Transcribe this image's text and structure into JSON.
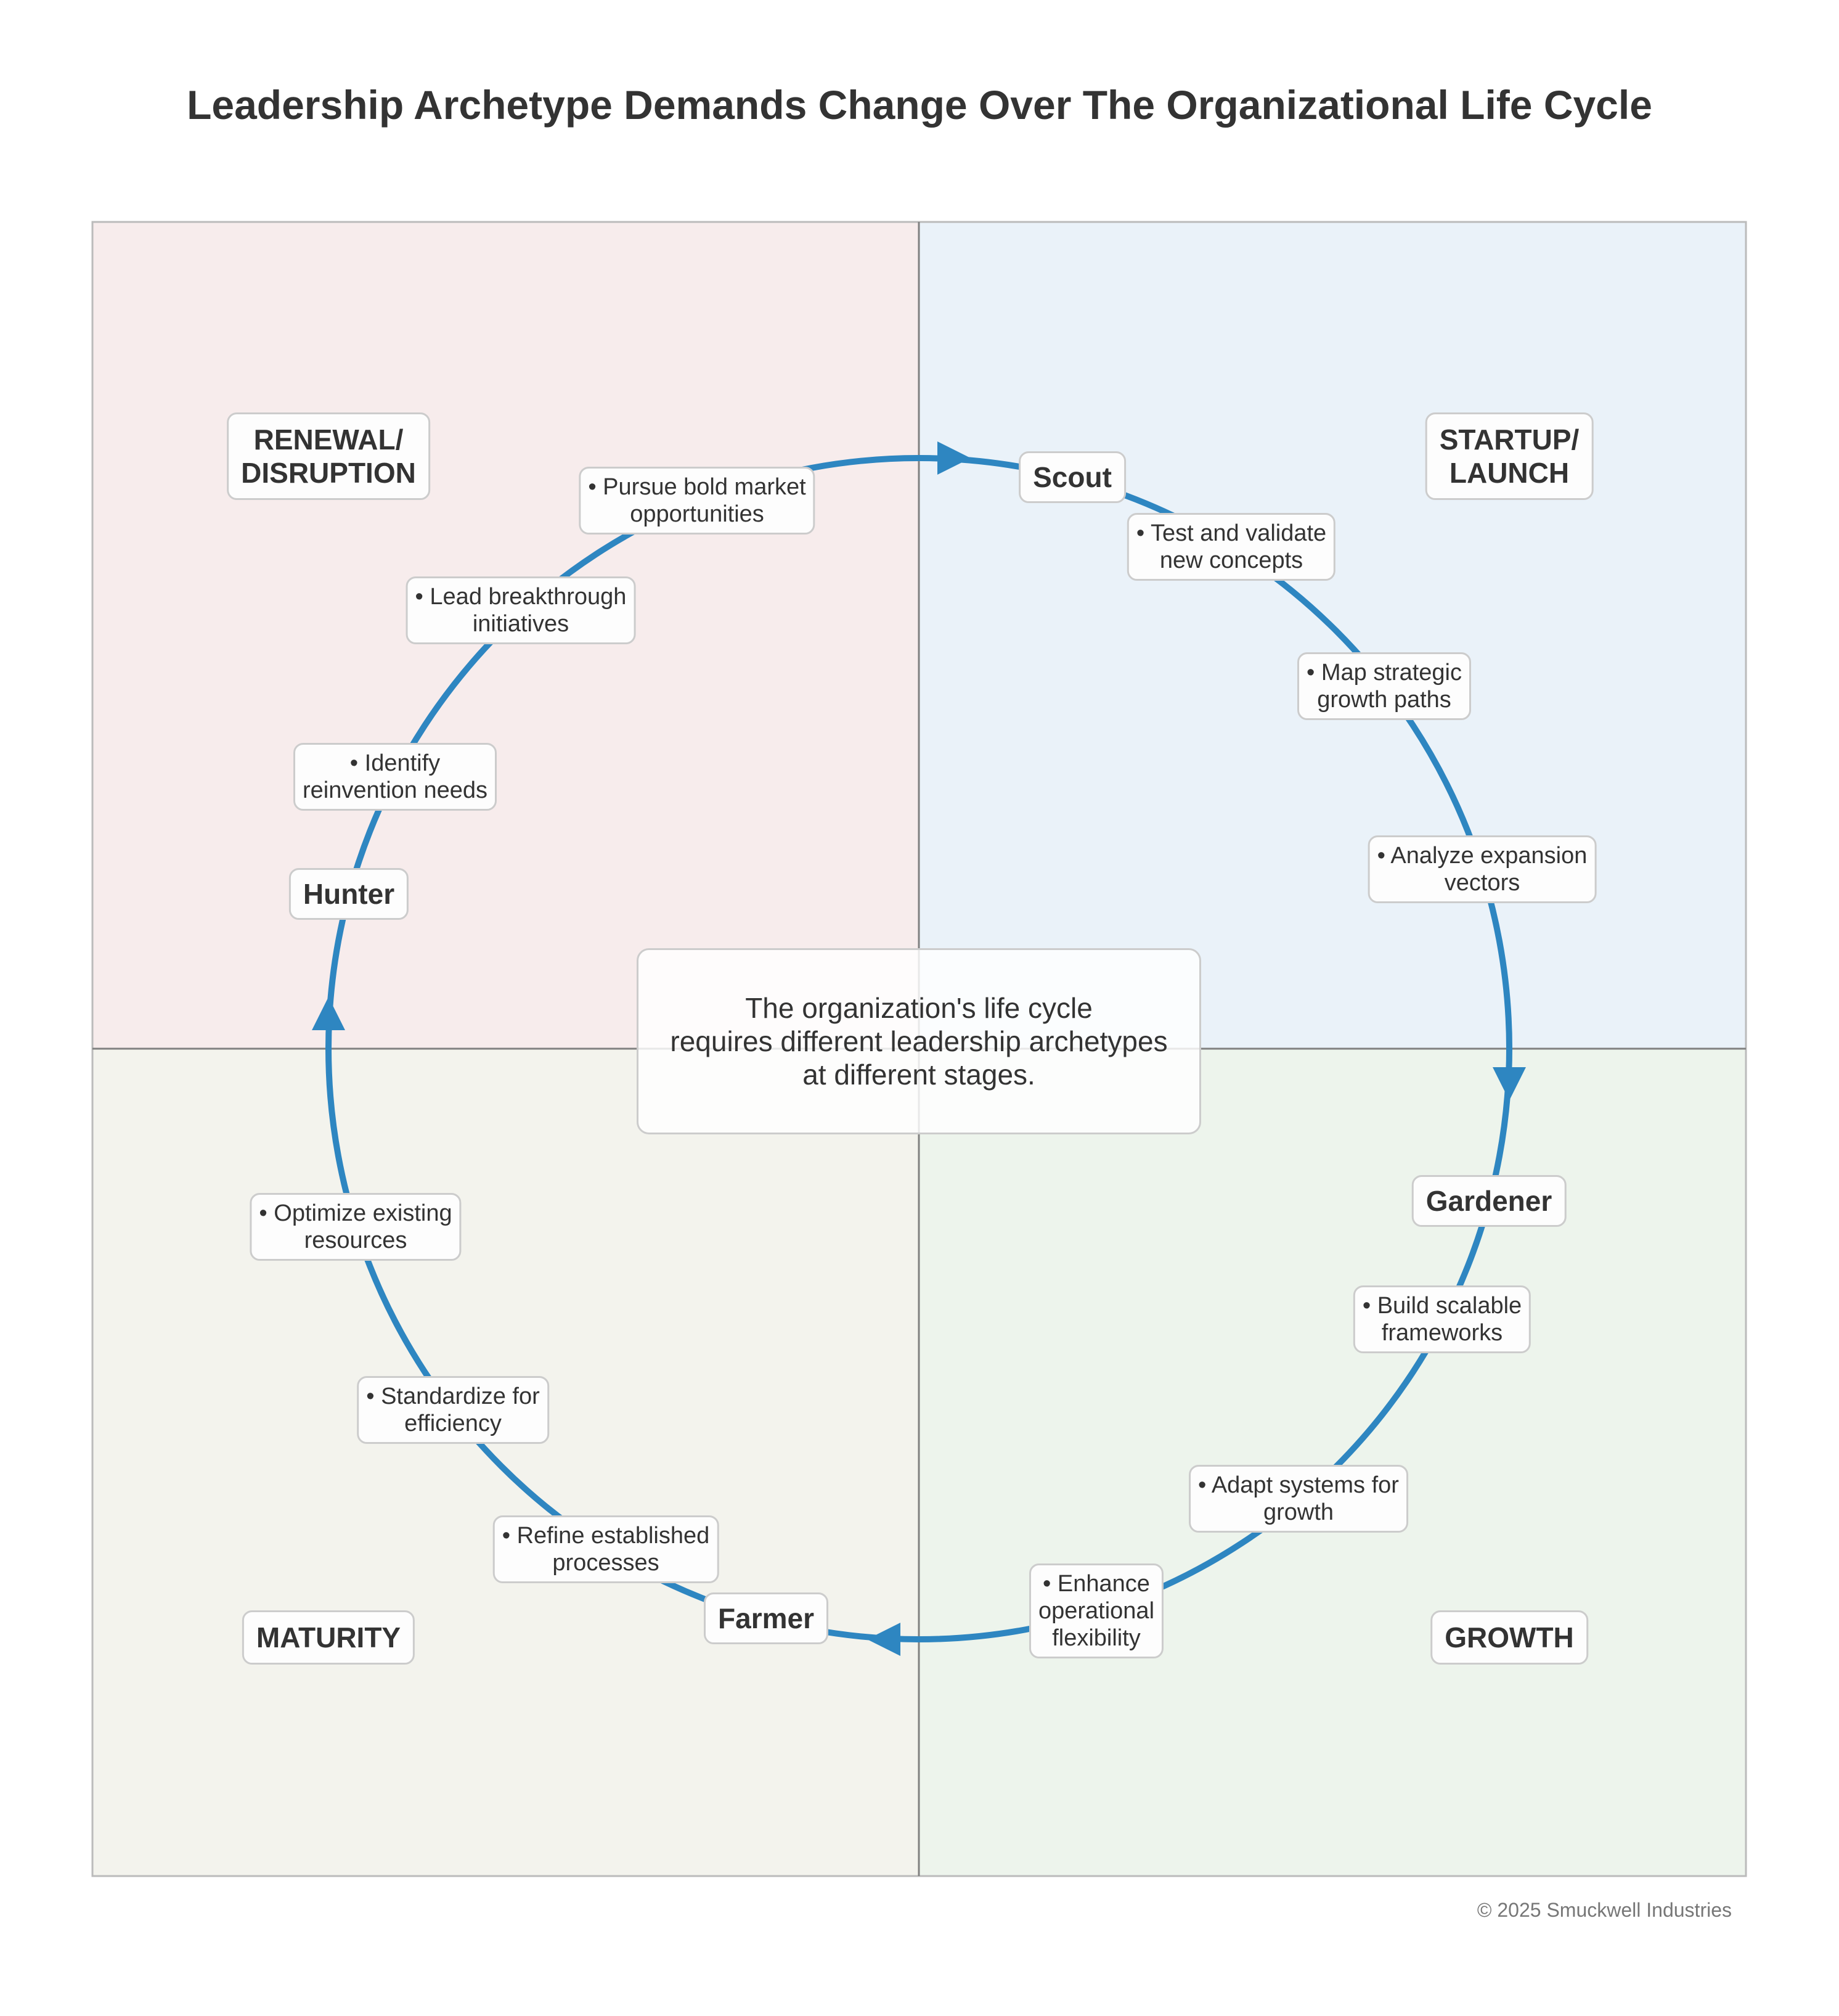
{
  "title": "Leadership Archetype Demands Change Over The Organizational Life Cycle",
  "colors": {
    "renewal_bg": "#f7ecec",
    "startup_bg": "#eaf2f9",
    "maturity_bg": "#f3f3ed",
    "growth_bg": "#edf4ec",
    "cycle_arrow": "#2e86c1",
    "divider": "#808080",
    "frame": "#bbbbbb"
  },
  "stages": {
    "renewal": [
      "RENEWAL/",
      "DISRUPTION"
    ],
    "startup": [
      "STARTUP/",
      "LAUNCH"
    ],
    "maturity": [
      "MATURITY"
    ],
    "growth": [
      "GROWTH"
    ]
  },
  "roles": {
    "scout": "Scout",
    "gardener": "Gardener",
    "farmer": "Farmer",
    "hunter": "Hunter"
  },
  "bullets": {
    "test_validate": [
      "• Test and validate",
      "new concepts"
    ],
    "map_strategic": [
      "• Map strategic",
      "growth paths"
    ],
    "analyze_expansion": [
      "• Analyze expansion",
      "vectors"
    ],
    "build_scalable": [
      "• Build scalable",
      "frameworks"
    ],
    "adapt_systems": [
      "• Adapt systems for",
      "growth"
    ],
    "enhance_operational": [
      "• Enhance",
      "operational",
      "flexibility"
    ],
    "refine_processes": [
      "• Refine established",
      "processes"
    ],
    "standardize": [
      "• Standardize for",
      "efficiency"
    ],
    "optimize_resources": [
      "• Optimize existing",
      "resources"
    ],
    "identify_reinvention": [
      "• Identify",
      "reinvention needs"
    ],
    "lead_breakthrough": [
      "• Lead breakthrough",
      "initiatives"
    ],
    "pursue_bold": [
      "• Pursue bold market",
      "opportunities"
    ]
  },
  "center_note": [
    "The organization's life cycle",
    "requires different leadership archetypes",
    "at different stages."
  ],
  "copyright": "© 2025 Smuckwell Industries"
}
